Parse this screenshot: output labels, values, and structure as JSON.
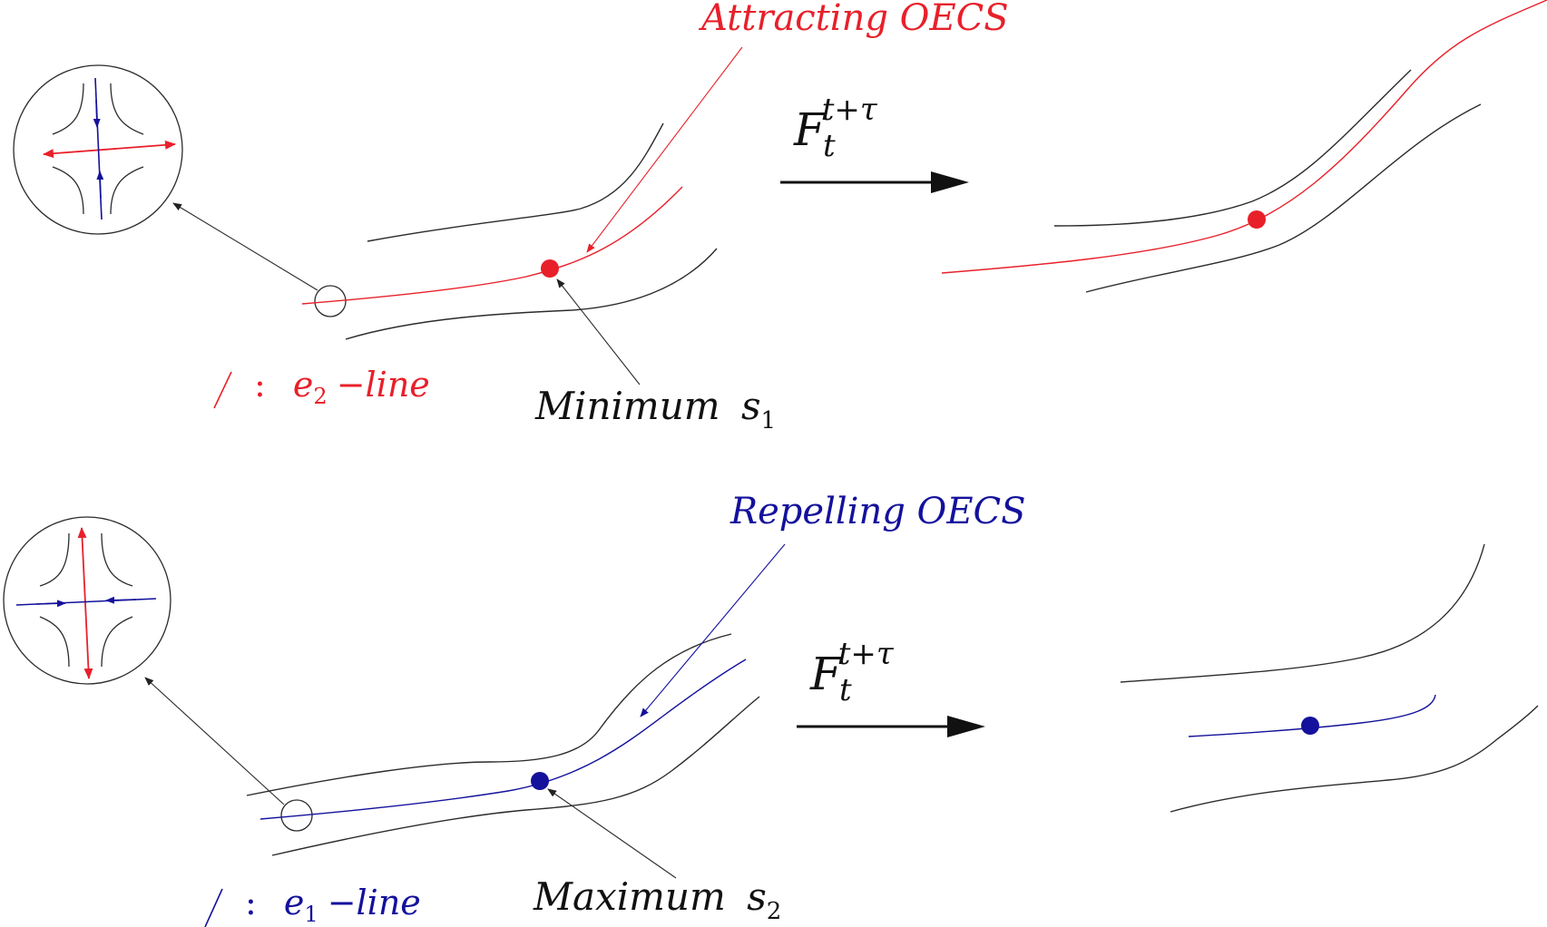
{
  "colors": {
    "attracting": "#e8202a",
    "repelling": "#14119c",
    "neutral": "#2b2b2b",
    "arrow": "#222222"
  },
  "top_panel": {
    "oecs_label": "Attracting OECS",
    "extremum_label": "Minimum",
    "extremum_symbol": "s",
    "extremum_subscript": "1",
    "legend_separator": ":",
    "legend_symbol": "e",
    "legend_subscript": "2",
    "legend_text": "−line",
    "map_symbol": "F",
    "map_sub": "t",
    "map_sup": "t+τ"
  },
  "bottom_panel": {
    "oecs_label": "Repelling OECS",
    "extremum_label": "Maximum",
    "extremum_symbol": "s",
    "extremum_subscript": "2",
    "legend_separator": ":",
    "legend_symbol": "e",
    "legend_subscript": "1",
    "legend_text": "−line",
    "map_symbol": "F",
    "map_sub": "t",
    "map_sup": "t+τ"
  },
  "icons": [
    "magnifier-circle-icon",
    "flow-arrow-icon",
    "saddle-point-icon"
  ]
}
